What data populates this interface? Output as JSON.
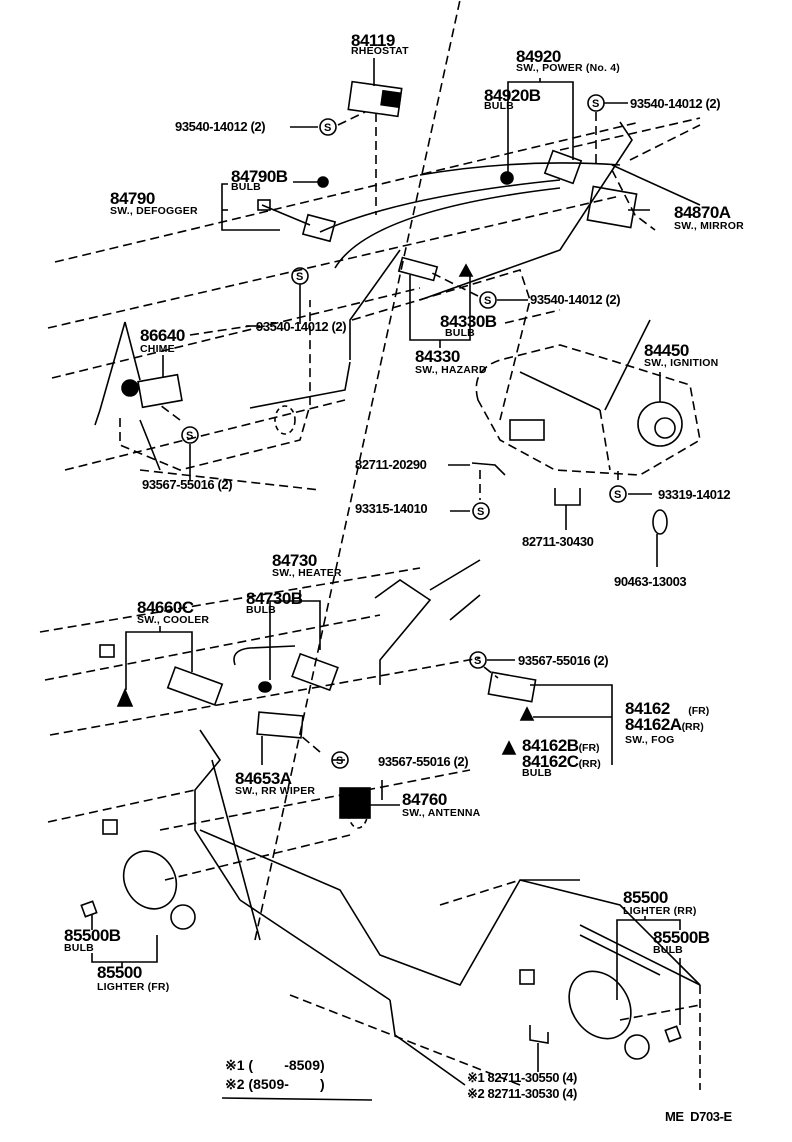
{
  "diagram": {
    "type": "parts-exploded-view",
    "subject": "Instrument panel switches and related parts",
    "reference_code": "ME  D703-E"
  },
  "labels": {
    "rheostat": {
      "part": "84119",
      "desc": "RHEOSTAT"
    },
    "power_switch": {
      "part": "84920",
      "desc": "SW., POWER (No. 4)"
    },
    "power_bulb": {
      "part": "84920B",
      "desc": "BULB"
    },
    "screw_top_right": {
      "part": "93540-14012 (2)"
    },
    "screw_rheostat": {
      "part": "93540-14012 (2)"
    },
    "defogger_bulb": {
      "part": "84790B",
      "desc": "BULB"
    },
    "defogger_switch": {
      "part": "84790",
      "desc": "SW., DEFOGGER"
    },
    "mirror_switch": {
      "part": "84870A",
      "desc": "SW., MIRROR"
    },
    "screw_hazard": {
      "part": "93540-14012 (2)"
    },
    "screw_defogger": {
      "part": "93540-14012 (2)"
    },
    "hazard_bulb": {
      "part": "84330B",
      "desc": "BULB"
    },
    "hazard_switch": {
      "part": "84330",
      "desc": "SW., HAZARD"
    },
    "chime": {
      "part": "86640",
      "desc": "CHIME"
    },
    "screw_chime": {
      "part": "93567-55016 (2)"
    },
    "ignition_switch": {
      "part": "84450",
      "desc": "SW., IGNITION"
    },
    "clamp_20290": {
      "part": "82711-20290"
    },
    "screw_93315": {
      "part": "93315-14010"
    },
    "screw_93319": {
      "part": "93319-14012"
    },
    "clamp_30430": {
      "part": "82711-30430"
    },
    "bulb_socket_90463": {
      "part": "90463-13003"
    },
    "heater_switch": {
      "part": "84730",
      "desc": "SW., HEATER"
    },
    "heater_bulb": {
      "part": "84730B",
      "desc": "BULB"
    },
    "cooler_switch": {
      "part": "84660C",
      "desc": "SW., COOLER"
    },
    "screw_fog": {
      "part": "93567-55016 (2)"
    },
    "fog_switch": {
      "part_fr": "84162",
      "suffix_fr": "(FR)",
      "part_rr": "84162A",
      "suffix_rr": "(RR)",
      "desc": "SW., FOG"
    },
    "fog_bulb": {
      "part_fr": "84162B",
      "suffix_fr": "(FR)",
      "part_rr": "84162C",
      "suffix_rr": "(RR)",
      "desc": "BULB"
    },
    "rr_wiper_switch": {
      "part": "84653A",
      "desc": "SW., RR WIPER"
    },
    "screw_rr_wiper": {
      "part": "93567-55016 (2)"
    },
    "antenna_switch": {
      "part": "84760",
      "desc": "SW., ANTENNA"
    },
    "lighter_fr_bulb": {
      "part": "85500B",
      "desc": "BULB"
    },
    "lighter_fr": {
      "part": "85500",
      "desc": "LIGHTER (FR)"
    },
    "lighter_rr": {
      "part": "85500",
      "desc": "LIGHTER (RR)"
    },
    "lighter_rr_bulb": {
      "part": "85500B",
      "desc": "BULB"
    },
    "clamp_30550": {
      "part": "※1 82711-30550 (4)"
    },
    "clamp_30530": {
      "part": "※2 82711-30530 (4)"
    }
  },
  "footnotes": [
    {
      "mark": "※1",
      "range": "(        -8509)"
    },
    {
      "mark": "※2",
      "range": "(8509-        )"
    }
  ],
  "screw_symbol": "S"
}
